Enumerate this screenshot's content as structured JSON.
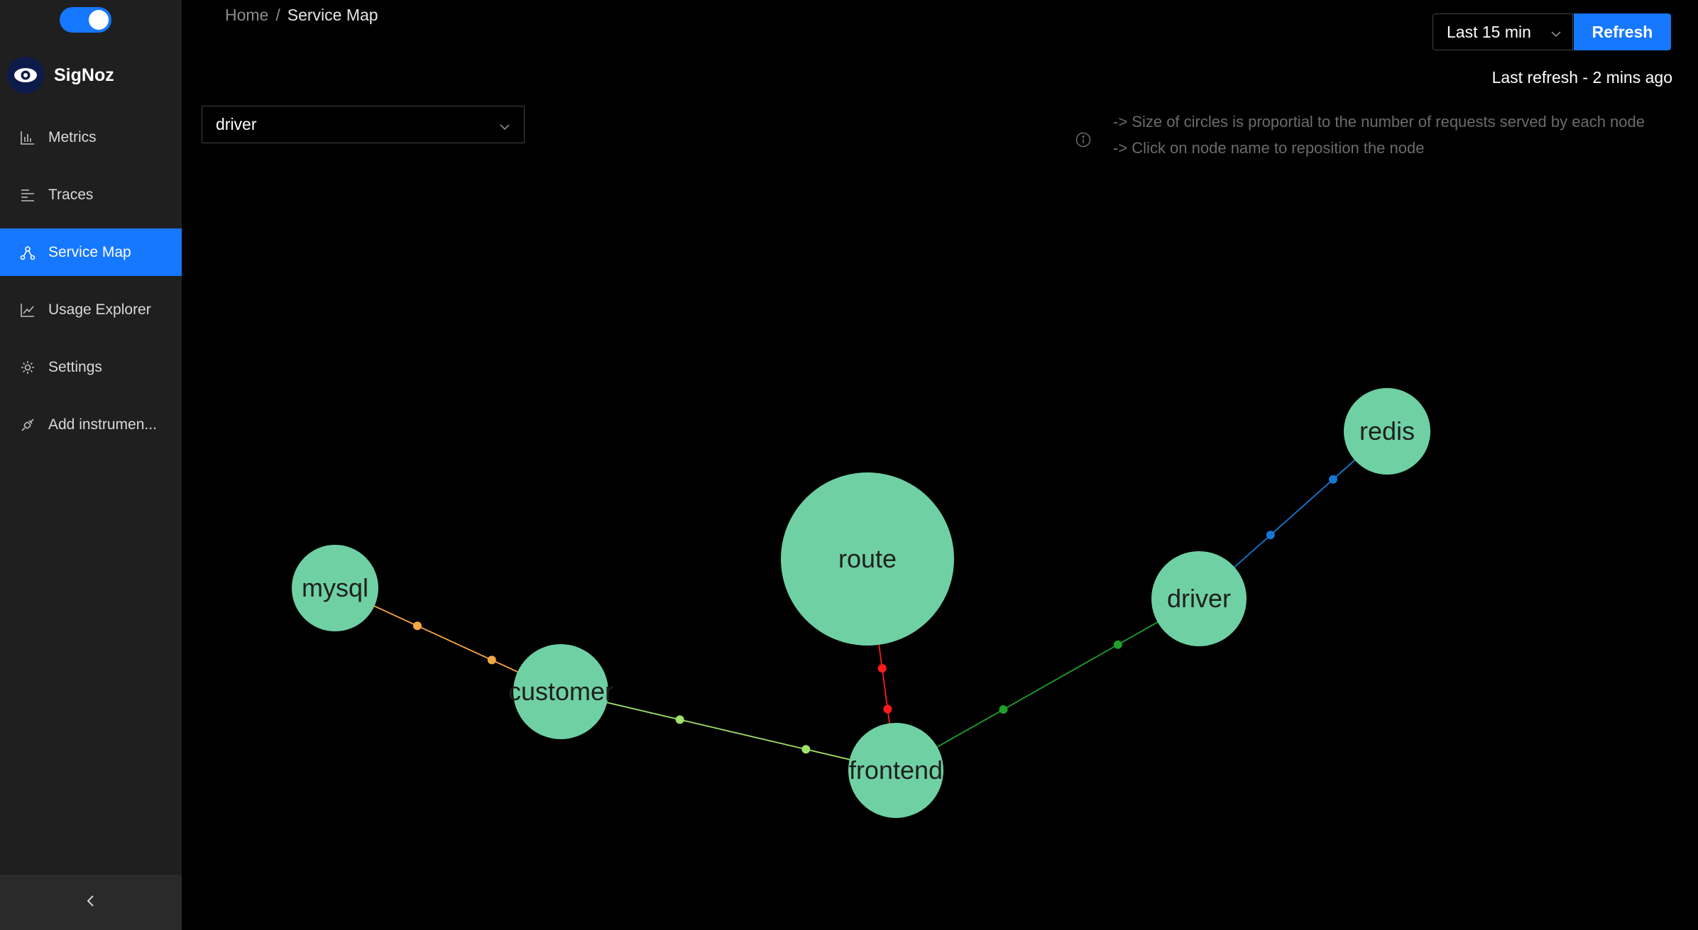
{
  "sidebar": {
    "brand": "SigNoz",
    "items": [
      {
        "label": "Metrics",
        "icon": "bar-chart-icon",
        "active": false
      },
      {
        "label": "Traces",
        "icon": "align-left-icon",
        "active": false
      },
      {
        "label": "Service Map",
        "icon": "deployment-unit-icon",
        "active": true
      },
      {
        "label": "Usage Explorer",
        "icon": "line-chart-icon",
        "active": false
      },
      {
        "label": "Settings",
        "icon": "gear-icon",
        "active": false
      },
      {
        "label": "Add instrumen...",
        "icon": "api-icon",
        "active": false
      }
    ]
  },
  "breadcrumb": {
    "home": "Home",
    "separator": "/",
    "current": "Service Map"
  },
  "toolbar": {
    "time_range": "Last 15 min",
    "refresh_label": "Refresh",
    "last_refresh": "Last refresh - 2 mins ago"
  },
  "filter": {
    "selected_service": "driver"
  },
  "hints": {
    "line1": "-> Size of circles is proportial to the number of requests served by each node",
    "line2": "-> Click on node name to reposition the node"
  },
  "colors": {
    "accent": "#1677ff",
    "node": "#6fd1a3",
    "edge_mysql_customer": "#f5a742",
    "edge_customer_frontend": "#a0e36a",
    "edge_route_frontend": "#ff1a1a",
    "edge_frontend_driver": "#1fa02b",
    "edge_driver_redis": "#1677d2"
  },
  "service_map": {
    "nodes": [
      {
        "id": "redis",
        "label": "redis",
        "weight": 1.0
      },
      {
        "id": "route",
        "label": "route",
        "weight": 4.0
      },
      {
        "id": "driver",
        "label": "driver",
        "weight": 1.2
      },
      {
        "id": "mysql",
        "label": "mysql",
        "weight": 1.0
      },
      {
        "id": "customer",
        "label": "customer",
        "weight": 1.2
      },
      {
        "id": "frontend",
        "label": "frontend",
        "weight": 1.2
      }
    ],
    "edges": [
      {
        "source": "mysql",
        "target": "customer",
        "color": "#f5a742"
      },
      {
        "source": "customer",
        "target": "frontend",
        "color": "#a0e36a"
      },
      {
        "source": "route",
        "target": "frontend",
        "color": "#ff1a1a"
      },
      {
        "source": "frontend",
        "target": "driver",
        "color": "#1fa02b"
      },
      {
        "source": "driver",
        "target": "redis",
        "color": "#1677d2"
      }
    ]
  }
}
